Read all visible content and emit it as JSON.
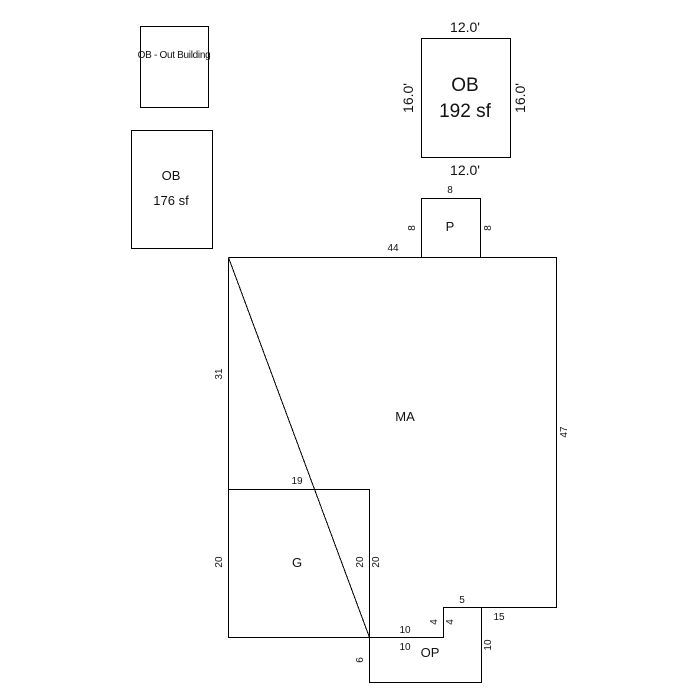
{
  "legend": {
    "text": "OB - Out Building"
  },
  "outbuilding_1": {
    "label": "OB",
    "area": "176 sf"
  },
  "outbuilding_2": {
    "label": "OB",
    "area": "192 sf",
    "width_top": "12.0'",
    "width_bottom": "12.0'",
    "depth_left": "16.0'",
    "depth_right": "16.0'"
  },
  "porch": {
    "label": "P",
    "top": "8",
    "left": "8",
    "right": "8"
  },
  "main_area": {
    "label": "MA",
    "top": "44",
    "left": "31",
    "right": "47",
    "bottom_right": "15",
    "notch_top": "5",
    "notch_side": "4",
    "notch_bottom": "10"
  },
  "garage": {
    "label": "G",
    "top": "19",
    "left": "20",
    "right": "20"
  },
  "open_porch": {
    "label": "OP",
    "top": "10",
    "left": "6",
    "right": "10",
    "notch_side": "4",
    "garage_side": "20"
  }
}
